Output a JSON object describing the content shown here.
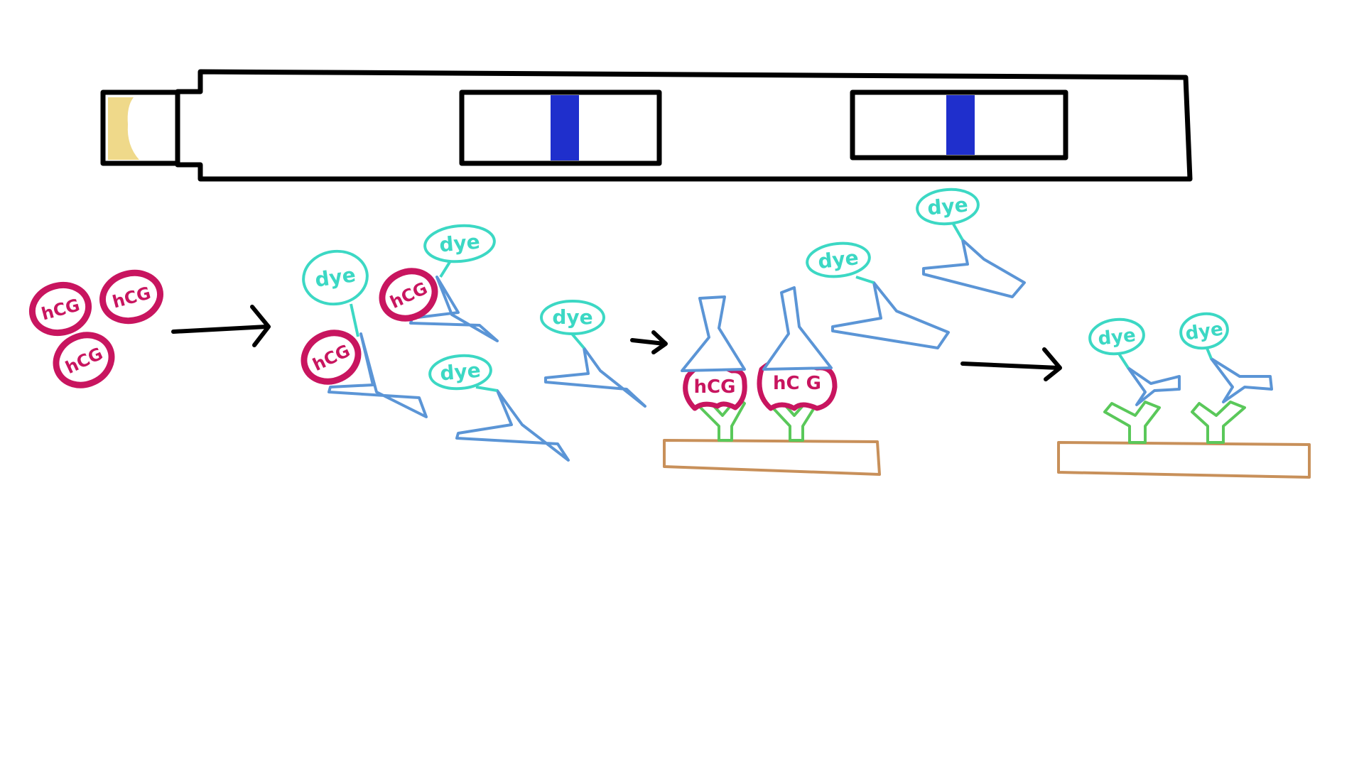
{
  "labels": {
    "hcg": "hCG",
    "hcg_spaced": "hC G",
    "dye": "dye"
  },
  "colors": {
    "background": "#ffffff",
    "outline": "#000000",
    "sample_pad": "#efd98a",
    "test_line": "#1f2fcc",
    "hcg": "#c8155f",
    "dye": "#3cd8c4",
    "antibody_mobile": "#5b95d6",
    "antibody_fixed": "#5ac85a",
    "membrane": "#c8905a"
  }
}
